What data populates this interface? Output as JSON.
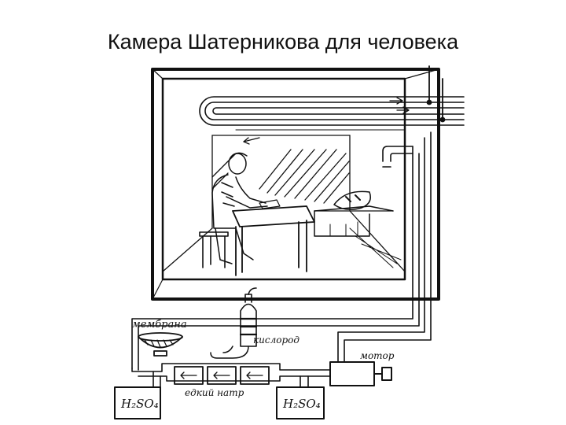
{
  "slide": {
    "title": "Камера Шатерникова для человека"
  },
  "diagram": {
    "labels": {
      "membrane": "мембрана",
      "oxygen": "кислород",
      "motor": "мотор",
      "lye": "едкий натр",
      "acid_left": "H₂SO₄",
      "acid_right": "H₂SO₄"
    },
    "colors": {
      "ink": "#111111",
      "paper": "#ffffff"
    }
  }
}
